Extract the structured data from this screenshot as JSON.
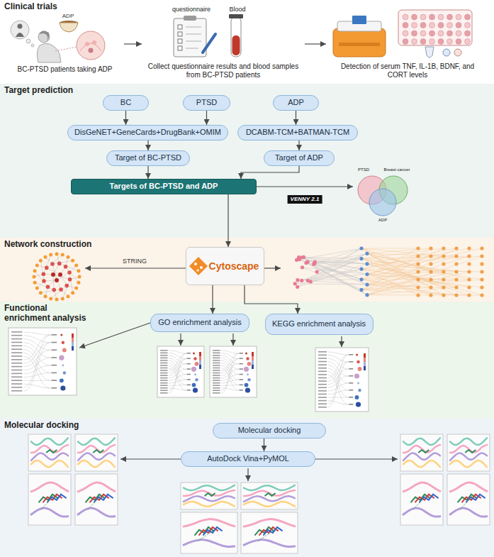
{
  "diagram": {
    "nodes": [
      {
        "text": [
          "Clinical trials"
        ]
      },
      {
        "text": [
          "BC-PTSD patients taking ADP"
        ],
        "in": 0
      },
      {
        "text": [
          "questionnaire",
          "Blood",
          "Collect questionnaire results and blood samples from BC-PTSD patients"
        ],
        "in": 0
      },
      {
        "text": [
          "Detection of serum TNF, IL-1B, BDNF, and CORT levels"
        ],
        "in": 0
      },
      {
        "text": [
          "Target prediction"
        ]
      },
      {
        "text": [
          "BC"
        ],
        "in": 4
      },
      {
        "text": [
          "PTSD"
        ],
        "in": 4
      },
      {
        "text": [
          "ADP"
        ],
        "in": 4
      },
      {
        "text": [
          "DisGeNET+GeneCards+DrugBank+OMIM"
        ],
        "in": 4
      },
      {
        "text": [
          "DCABM-TCM+BATMAN-TCM"
        ],
        "in": 4
      },
      {
        "text": [
          "Target of BC-PTSD"
        ],
        "in": 4
      },
      {
        "text": [
          "Target of ADP"
        ],
        "in": 4
      },
      {
        "text": [
          "Targets of BC-PTSD and ADP"
        ],
        "in": 4
      },
      {
        "text": [
          "PTSD",
          "Breast cancer",
          "ADP"
        ],
        "in": 4
      },
      {
        "text": [
          "Network construction"
        ]
      },
      {
        "text": [
          "Cytoscape"
        ],
        "in": 14
      },
      {
        "text": [
          "Functional enrichment analysis"
        ]
      },
      {
        "text": [
          "GO enrichment analysis"
        ],
        "in": 16
      },
      {
        "text": [
          "KEGG enrichment analysis"
        ],
        "in": 16
      },
      {
        "text": [
          "Molecular docking"
        ]
      },
      {
        "text": [
          "Molecular docking"
        ],
        "in": 19
      },
      {
        "text": [
          "AutoDock Vina+PyMOL"
        ],
        "in": 19
      }
    ],
    "edges": [
      {
        "from": 1,
        "to": 2,
        "arrow": "to"
      },
      {
        "from": 2,
        "to": 3,
        "arrow": "to"
      },
      {
        "from": 5,
        "to": 8,
        "arrow": "to"
      },
      {
        "from": 6,
        "to": 8,
        "arrow": "to"
      },
      {
        "from": 7,
        "to": 9,
        "arrow": "to"
      },
      {
        "from": 8,
        "to": 10,
        "arrow": "to"
      },
      {
        "from": 9,
        "to": 11,
        "arrow": "to"
      },
      {
        "from": 10,
        "to": 12,
        "arrow": "to"
      },
      {
        "from": 11,
        "to": 12,
        "arrow": "to"
      },
      {
        "from": 12,
        "to": 13,
        "label": "VENNY 2.1",
        "arrow": "to"
      },
      {
        "from": 12,
        "to": 15,
        "arrow": "to"
      },
      {
        "from": 15,
        "to": 17,
        "arrow": "to"
      },
      {
        "from": 15,
        "to": 18,
        "arrow": "to"
      },
      {
        "from": 20,
        "to": 21,
        "arrow": "to"
      }
    ],
    "labels": [
      "ADP",
      "STRING"
    ]
  }
}
